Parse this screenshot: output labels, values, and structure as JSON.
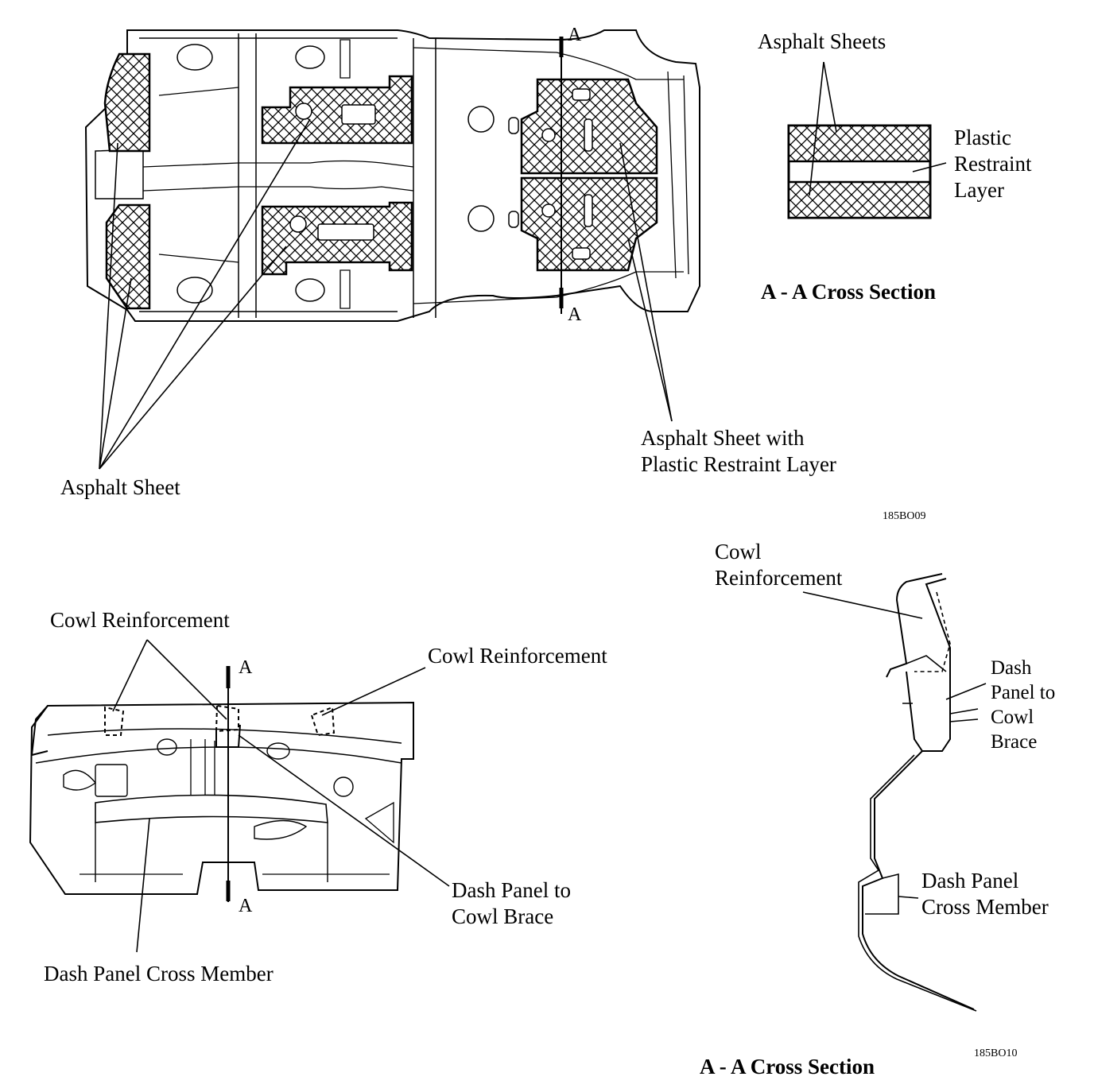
{
  "top": {
    "label_asphalt_sheet": "Asphalt Sheet",
    "label_asphalt_sheet_plastic_line1": "Asphalt Sheet with",
    "label_asphalt_sheet_plastic_line2": "Plastic Restraint Layer",
    "label_asphalt_sheets": "Asphalt Sheets",
    "label_plastic_line1": "Plastic",
    "label_plastic_line2": "Restraint",
    "label_plastic_line3": "Layer",
    "section_title": "A - A Cross Section",
    "section_marker_top": "A",
    "section_marker_bottom": "A",
    "figure_code": "185BO09"
  },
  "bottom": {
    "label_cowl_reinforcement_left": "Cowl Reinforcement",
    "label_cowl_reinforcement_mid": "Cowl Reinforcement",
    "label_dash_brace_line1": "Dash Panel to",
    "label_dash_brace_line2": "Cowl Brace",
    "label_dash_cross_member": "Dash Panel Cross Member",
    "section_marker_top": "A",
    "section_marker_bottom": "A",
    "right_cowl_line1": "Cowl",
    "right_cowl_line2": "Reinforcement",
    "right_brace_line1": "Dash",
    "right_brace_line2": "Panel to",
    "right_brace_line3": "Cowl",
    "right_brace_line4": "Brace",
    "right_cross_line1": "Dash Panel",
    "right_cross_line2": "Cross Member",
    "section_title": "A - A Cross Section",
    "figure_code": "185BO10"
  }
}
